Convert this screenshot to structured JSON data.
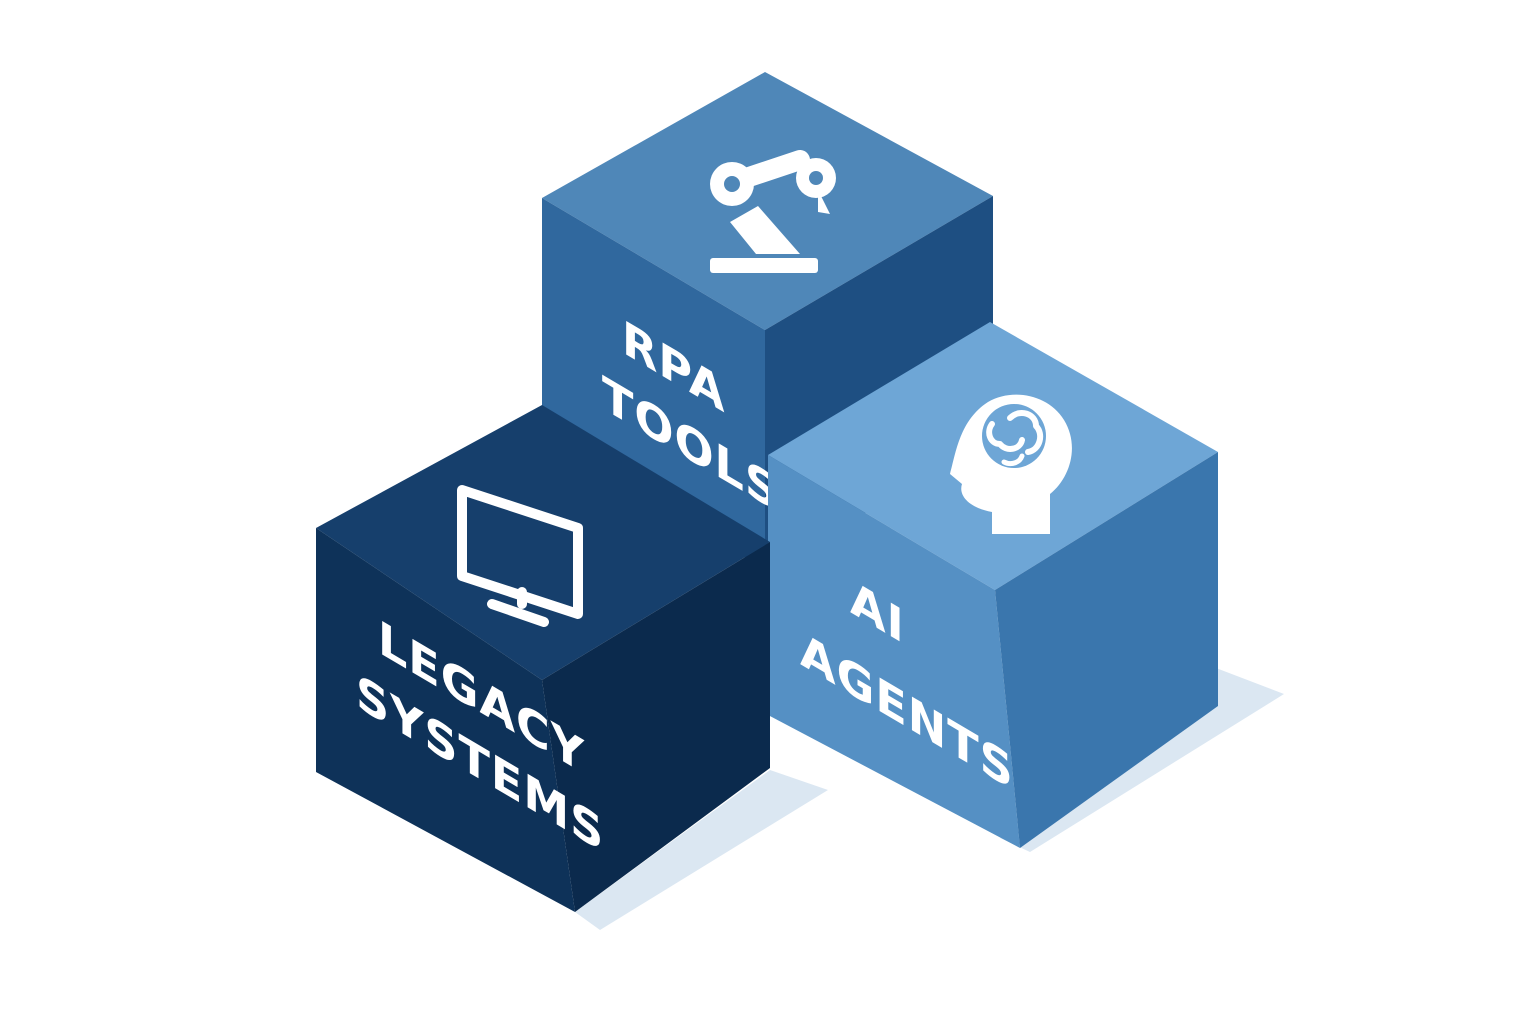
{
  "blocks": [
    {
      "id": "rpa-tools",
      "label_lines": [
        "RPA",
        "TOOLS"
      ],
      "icon": "robot-arm-icon",
      "colors": {
        "top": "#4f87b8",
        "left": "#30689e",
        "right": "#1e4f82"
      }
    },
    {
      "id": "ai-agents",
      "label_lines": [
        "AI",
        "AGENTS"
      ],
      "icon": "head-brain-icon",
      "colors": {
        "top": "#6ea6d6",
        "left": "#5590c4",
        "right": "#3a76ad"
      }
    },
    {
      "id": "legacy-systems",
      "label_lines": [
        "LEGACY",
        "SYSTEMS"
      ],
      "icon": "monitor-icon",
      "colors": {
        "top": "#163f6c",
        "left": "#0e3259",
        "right": "#0b2a4d"
      }
    }
  ],
  "colors": {
    "shadow": "#dbe7f2",
    "background": "#ffffff",
    "text": "#ffffff"
  }
}
